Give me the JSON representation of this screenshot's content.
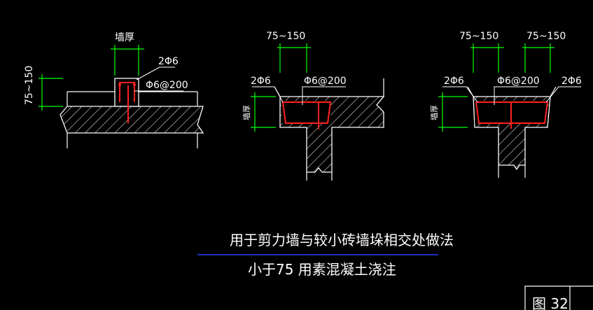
{
  "colors": {
    "background": "#000000",
    "outline": "#ffffff",
    "dimension": "#00ff00",
    "rebar": "#ff2020",
    "title_underline": "#2a3cff"
  },
  "detail_1": {
    "top_label": "墙厚",
    "side_dim": "75~150",
    "rebar_label": "2Φ6",
    "stirrup_label": "Φ6@200"
  },
  "detail_2": {
    "top_dim": "75~150",
    "rebar_label": "2Φ6",
    "stirrup_label": "Φ6@200",
    "side_label": "墙厚"
  },
  "detail_3": {
    "top_dim_left": "75~150",
    "top_dim_right": "75~150",
    "rebar_left": "2Φ6",
    "stirrup_label": "Φ6@200",
    "rebar_right": "2Φ6",
    "side_label": "墙厚"
  },
  "title": {
    "main": "用于剪力墙与较小砖墙垛相交处做法",
    "sub": "小于75 用素混凝土浇注"
  },
  "figure_label": "图 32"
}
